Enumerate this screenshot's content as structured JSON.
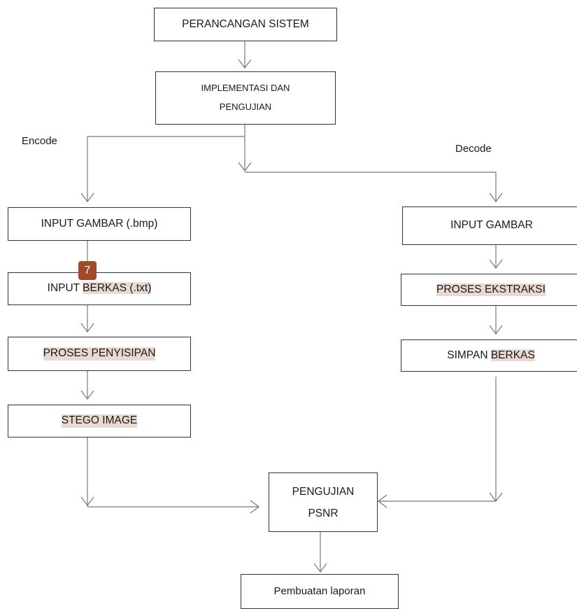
{
  "boxes": {
    "perancangan": "PERANCANGAN SISTEM",
    "implementasi_line1": "IMPLEMENTASI DAN",
    "implementasi_line2": "PENGUJIAN",
    "enc_input_gambar": "INPUT GAMBAR (.bmp)",
    "enc_input_berkas_prefix": "INPUT ",
    "enc_input_berkas_hl": "BERKAS (.txt)",
    "enc_proses": "PROSES PENYISIPAN",
    "enc_stego": "STEGO IMAGE",
    "dec_input_gambar": "INPUT GAMBAR",
    "dec_proses": "PROSES EKSTRAKSI",
    "dec_simpan_prefix": "SIMPAN ",
    "dec_simpan_hl": "BERKAS",
    "psnr_line1": "PENGUJIAN",
    "psnr_line2": "PSNR",
    "laporan": "Pembuatan laporan"
  },
  "labels": {
    "encode": "Encode",
    "decode": "Decode"
  },
  "badge": "7",
  "colors": {
    "highlight": "#ead9d0",
    "badge": "#a04a29",
    "connector": "#777777"
  }
}
